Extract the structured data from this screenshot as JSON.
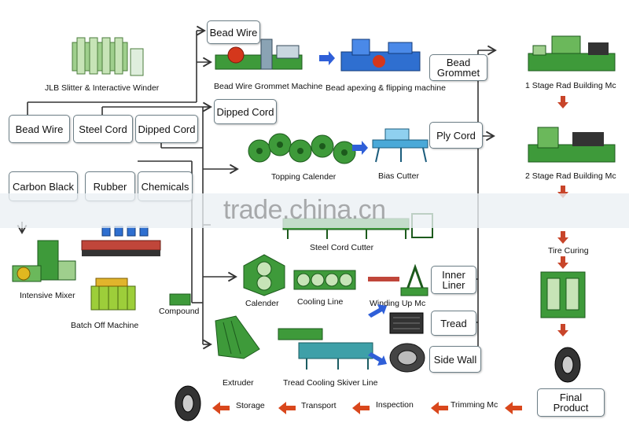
{
  "raw": {
    "bead_wire": "Bead Wire",
    "steel_cord": "Steel Cord",
    "dipped_cord": "Dipped Cord",
    "carbon_black": "Carbon Black",
    "rubber": "Rubber",
    "chemicals": "Chemicals"
  },
  "outputs": {
    "bead_wire": "Bead Wire",
    "dipped_cord": "Dipped Cord",
    "bead_grommet": "Bead Grommet",
    "ply_cord": "Ply Cord",
    "inner_liner": "Inner Liner",
    "tread": "Tread",
    "side_wall": "Side Wall",
    "final_product": "Final Product"
  },
  "machines": {
    "jlb_slitter": "JLB Slitter & Interactive Winder",
    "bead_grommet_machine": "Bead Wire Grommet Machine",
    "bead_apexing": "Bead apexing & flipping machine",
    "topping_calender": "Topping Calender",
    "bias_cutter": "Bias Cutter",
    "steel_cord_cutter": "Steel Cord Cutter",
    "intensive_mixer": "Intensive Mixer",
    "batch_off": "Batch Off Machine",
    "compound": "Compound",
    "calender": "Calender",
    "cooling_line": "Cooling Line",
    "winding_up": "Winding Up Mc",
    "extruder": "Extruder",
    "tread_cooling": "Tread Cooling Skiver Line",
    "stage1": "1 Stage Rad Building Mc",
    "stage2": "2 Stage Rad Building Mc",
    "tire_curing": "Tire Curing"
  },
  "bottom_flow": {
    "trimming": "Trimming Mc",
    "inspection": "Inspection",
    "transport": "Transport",
    "storage": "Storage"
  },
  "watermark": "trade.china.cn",
  "colors": {
    "machine_green": "#3e9a3a",
    "machine_blue": "#2f6fd0",
    "arrow_blue": "#2f5fd8",
    "arrow_orange": "#d9471c",
    "arrow_red": "#c8452a",
    "box_border": "#6d7f87",
    "line": "#333333"
  }
}
